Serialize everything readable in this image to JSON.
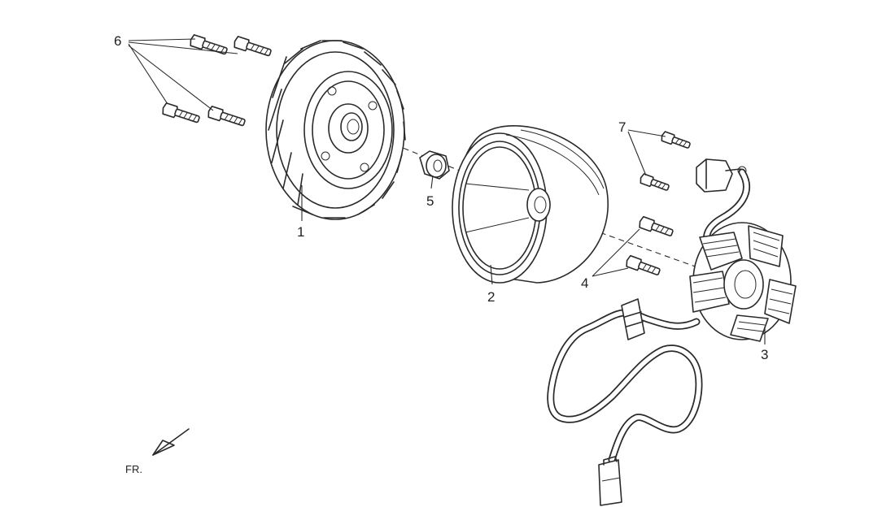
{
  "callouts": {
    "flywheel": "1",
    "rotor": "2",
    "stator": "3",
    "stator_bolts": "4",
    "collar": "5",
    "flywheel_bolts": "6",
    "pickup_bolts": "7"
  },
  "direction_label": "FR."
}
